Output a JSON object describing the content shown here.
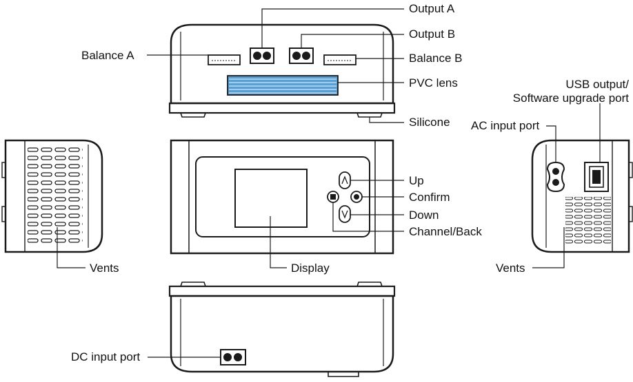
{
  "labels": {
    "output_a": "Output  A",
    "output_b": "Output  B",
    "balance_a": "Balance A",
    "balance_b": "Balance B",
    "pvc_lens": "PVC lens",
    "silicone": "Silicone",
    "usb_output": "USB output/",
    "software_upgrade_port": "Software upgrade port",
    "ac_input_port": "AC input port",
    "up": "Up",
    "confirm": "Confirm",
    "down": "Down",
    "channel_back": "Channel/Back",
    "display": "Display",
    "vents_left": "Vents",
    "vents_right": "Vents",
    "dc_input_port": "DC input port"
  },
  "colors": {
    "stroke": "#1a1a1a",
    "lens_fill": "#5a9fd4",
    "lens_stripe": "#b9dcf3"
  }
}
